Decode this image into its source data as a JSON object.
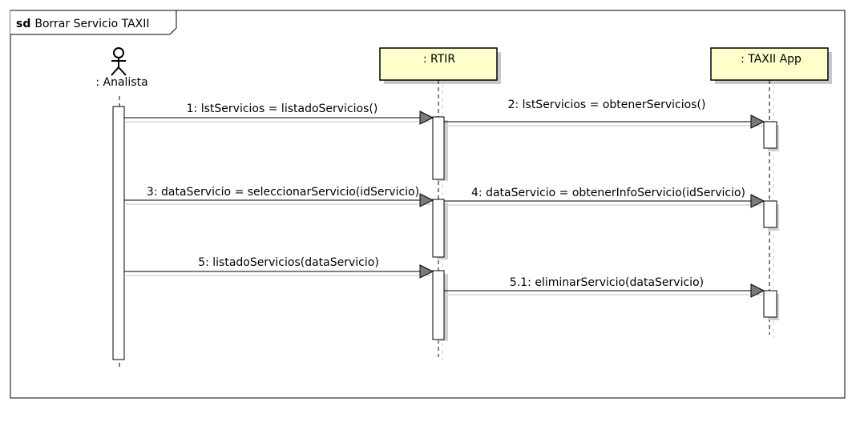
{
  "frame": {
    "keyword": "sd",
    "name": "Borrar Servicio TAXII"
  },
  "actor": {
    "label": ": Analista"
  },
  "lifelines": [
    {
      "id": "rtir",
      "label": ": RTIR"
    },
    {
      "id": "taxii",
      "label": ": TAXII App"
    }
  ],
  "messages": [
    {
      "id": "m1",
      "label": "1: lstServicios = listadoServicios()"
    },
    {
      "id": "m2",
      "label": "2: lstServicios = obtenerServicios()"
    },
    {
      "id": "m3",
      "label": "3: dataServicio = seleccionarServicio(idServicio)"
    },
    {
      "id": "m4",
      "label": "4: dataServicio = obtenerInfoServicio(idServicio)"
    },
    {
      "id": "m5",
      "label": "5: listadoServicios(dataServicio)"
    },
    {
      "id": "m51",
      "label": "5.1: eliminarServicio(dataServicio)"
    }
  ],
  "colors": {
    "lifeline_head_fill": "#ffffcc",
    "arrowhead_fill": "#7a7a7a",
    "shadow": "#c8c8c8"
  }
}
